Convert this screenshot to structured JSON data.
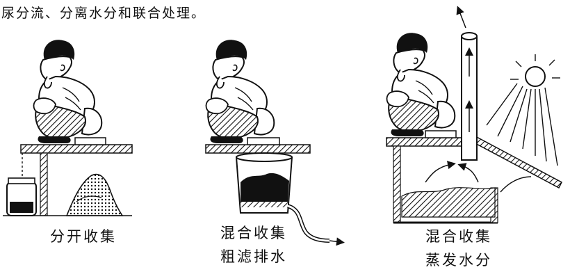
{
  "header": {
    "text": "尿分流、分离水分和联合处理。"
  },
  "panels": [
    {
      "caption_lines": [
        "分开收集"
      ],
      "icon": "toilet-urine-separation"
    },
    {
      "caption_lines": [
        "混合收集",
        "粗滤排水"
      ],
      "icon": "toilet-bucket-filter"
    },
    {
      "caption_lines": [
        "混合收集",
        "蒸发水分"
      ],
      "icon": "toilet-solar-evaporation"
    }
  ],
  "colors": {
    "ink": "#111111",
    "background": "#ffffff"
  }
}
